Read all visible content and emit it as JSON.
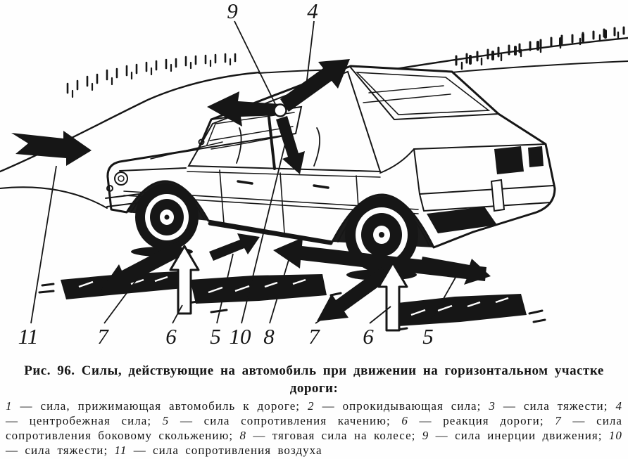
{
  "figure": {
    "label": "Рис. 96.",
    "title": "Силы, действующие на автомобиль при движении на горизонтальном участке дороги:"
  },
  "diagram": {
    "top_labels": [
      {
        "text": "9"
      },
      {
        "text": "4"
      }
    ],
    "bottom_labels": [
      {
        "text": "11"
      },
      {
        "text": "7"
      },
      {
        "text": "6"
      },
      {
        "text": "5"
      },
      {
        "text": "10"
      },
      {
        "text": "8"
      },
      {
        "text": "7"
      },
      {
        "text": "6"
      },
      {
        "text": "5"
      }
    ],
    "ink_color": "#161616",
    "paper_color": "#fefefe"
  },
  "legend": {
    "items": [
      {
        "num": "1",
        "text": " — сила, прижимающая автомобиль к дороге; "
      },
      {
        "num": "2",
        "text": " — опрокидывающая сила; "
      },
      {
        "num": "3",
        "text": " — сила тяжести; "
      },
      {
        "num": "4",
        "text": " — центробежная сила; "
      },
      {
        "num": "5",
        "text": " — сила сопротивления качению; "
      },
      {
        "num": "6",
        "text": " — реакция дороги; "
      },
      {
        "num": "7",
        "text": " — сила сопротивления боковому скольжению; "
      },
      {
        "num": "8",
        "text": " — тяговая сила на колесе; "
      },
      {
        "num": "9",
        "text": " — сила инерции движения; "
      },
      {
        "num": "10",
        "text": " — сила тяжести; "
      },
      {
        "num": "11",
        "text": " — сила сопротивления воздуха"
      }
    ]
  }
}
